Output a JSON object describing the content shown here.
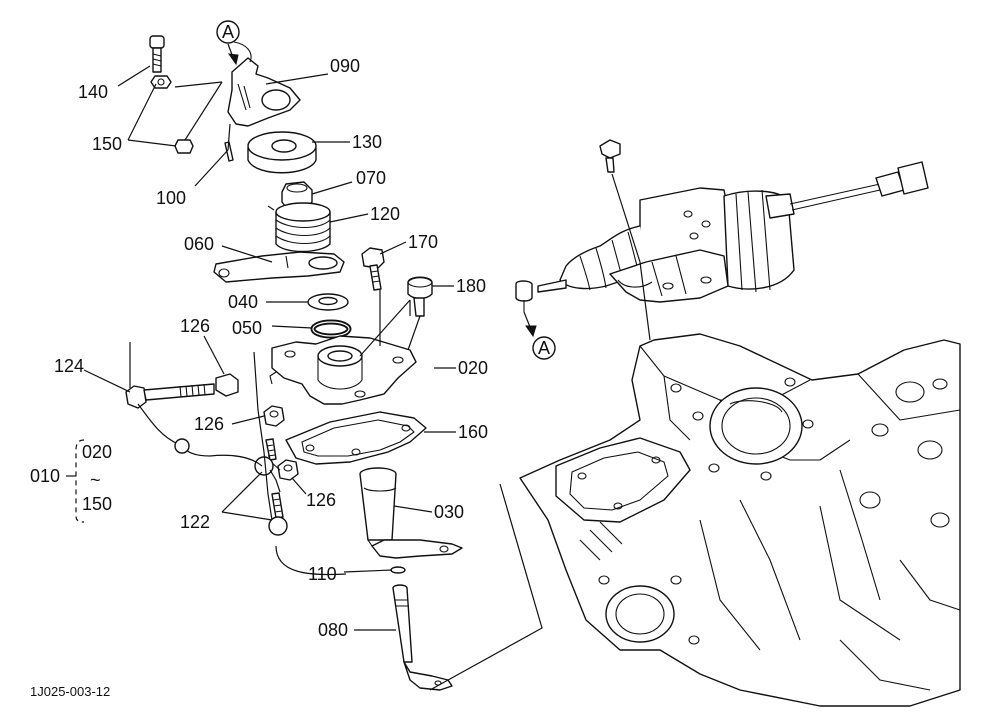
{
  "callouts": {
    "c140": "140",
    "c150": "150",
    "c100": "100",
    "c090": "090",
    "c130": "130",
    "c070": "070",
    "c120": "120",
    "c060": "060",
    "c170": "170",
    "c180": "180",
    "c040": "040",
    "c050": "050",
    "c020": "020",
    "c126a": "126",
    "c124": "124",
    "c126b": "126",
    "c160": "160",
    "c126c": "126",
    "c030": "030",
    "c122": "122",
    "c110": "110",
    "c080": "080"
  },
  "marker": "A",
  "assembly": {
    "id": "010",
    "range_start": "020",
    "tilde": "~",
    "range_end": "150"
  },
  "drawing_code": "1J025-003-12"
}
